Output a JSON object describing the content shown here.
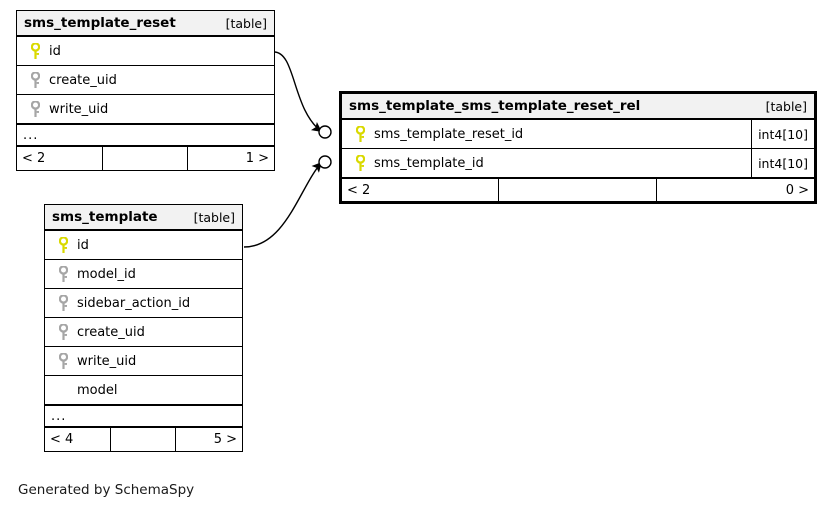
{
  "diagram": {
    "generator_note": "Generated by SchemaSpy",
    "kind_label": "[table]",
    "ellipsis": "...",
    "colors": {
      "primary_key": "#d9d900",
      "foreign_key": "#a6a6a6",
      "header_background": "#f2f2f2",
      "border": "#000000",
      "page_background": "#ffffff"
    }
  },
  "tables": [
    {
      "id": "sms_template_reset",
      "name": "sms_template_reset",
      "kind": "[table]",
      "focal": false,
      "columns": [
        {
          "name": "id",
          "key": "primary",
          "type": ""
        },
        {
          "name": "create_uid",
          "key": "foreign",
          "type": ""
        },
        {
          "name": "write_uid",
          "key": "foreign",
          "type": ""
        }
      ],
      "has_more": true,
      "footer": {
        "left": "< 2",
        "middle": "",
        "right": "1 >"
      }
    },
    {
      "id": "sms_template_sms_template_reset_rel",
      "name": "sms_template_sms_template_reset_rel",
      "kind": "[table]",
      "focal": true,
      "columns": [
        {
          "name": "sms_template_reset_id",
          "key": "primary",
          "type": "int4[10]"
        },
        {
          "name": "sms_template_id",
          "key": "primary",
          "type": "int4[10]"
        }
      ],
      "has_more": false,
      "footer": {
        "left": "< 2",
        "middle": "",
        "right": "0 >"
      }
    },
    {
      "id": "sms_template",
      "name": "sms_template",
      "kind": "[table]",
      "focal": false,
      "columns": [
        {
          "name": "id",
          "key": "primary",
          "type": ""
        },
        {
          "name": "model_id",
          "key": "foreign",
          "type": ""
        },
        {
          "name": "sidebar_action_id",
          "key": "foreign",
          "type": ""
        },
        {
          "name": "create_uid",
          "key": "foreign",
          "type": ""
        },
        {
          "name": "write_uid",
          "key": "foreign",
          "type": ""
        },
        {
          "name": "model",
          "key": "none",
          "type": ""
        }
      ],
      "has_more": true,
      "footer": {
        "left": "< 4",
        "middle": "",
        "right": "5 >"
      }
    }
  ],
  "relationships": [
    {
      "from_table": "sms_template_reset",
      "from_column": "id",
      "to_table": "sms_template_sms_template_reset_rel",
      "to_column": "sms_template_reset_id",
      "optional": true
    },
    {
      "from_table": "sms_template",
      "from_column": "id",
      "to_table": "sms_template_sms_template_reset_rel",
      "to_column": "sms_template_id",
      "optional": true
    }
  ]
}
